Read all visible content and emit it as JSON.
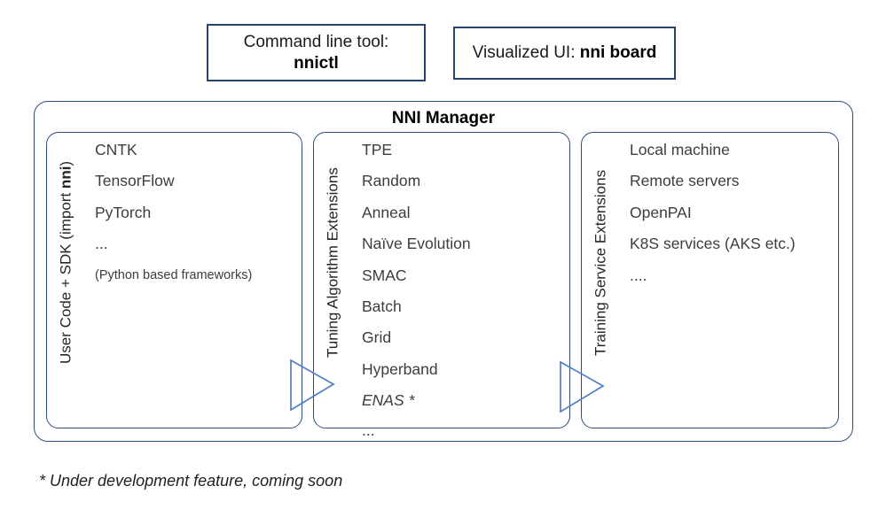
{
  "top_boxes": {
    "cli": {
      "line1": "Command line tool:",
      "line2": "nnictl"
    },
    "ui": {
      "prefix": "Visualized UI: ",
      "bold": "nni board"
    }
  },
  "manager": {
    "title": "NNI Manager",
    "columns": [
      {
        "side_label": {
          "pre": "User Code + SDK (import ",
          "bold": "nni",
          "post": ")"
        },
        "items": [
          {
            "text": "CNTK"
          },
          {
            "text": "TensorFlow"
          },
          {
            "text": "PyTorch"
          },
          {
            "text": "..."
          },
          {
            "text": "(Python based frameworks)",
            "small": true
          }
        ]
      },
      {
        "side_label": {
          "pre": "Tuning Algorithm Extensions",
          "bold": "",
          "post": ""
        },
        "items": [
          {
            "text": "TPE"
          },
          {
            "text": "Random"
          },
          {
            "text": "Anneal"
          },
          {
            "text": "Naïve Evolution"
          },
          {
            "text": "SMAC"
          },
          {
            "text": "Batch"
          },
          {
            "text": "Grid"
          },
          {
            "text": "Hyperband"
          },
          {
            "text": "ENAS *",
            "italic": true
          }
        ],
        "overflow_item": "..."
      },
      {
        "side_label": {
          "pre": "Training Service Extensions",
          "bold": "",
          "post": ""
        },
        "items": [
          {
            "text": "Local machine"
          },
          {
            "text": "Remote servers"
          },
          {
            "text": "OpenPAI"
          },
          {
            "text": "K8S services (AKS etc.)"
          },
          {
            "text": "...."
          }
        ]
      }
    ]
  },
  "footnote": "* Under development feature, coming soon",
  "colors": {
    "box_border": "#27436f",
    "rounded_border": "#2e4d80",
    "arrow": "#4f7ec5"
  }
}
